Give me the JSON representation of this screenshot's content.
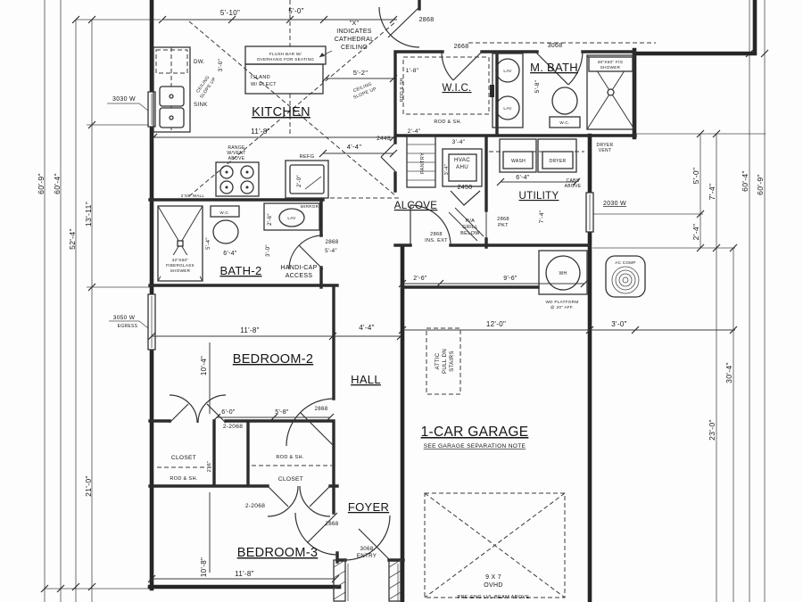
{
  "rooms": {
    "kitchen": "KITCHEN",
    "mbath": "M. BATH",
    "wic": "W.I.C.",
    "utility": "UTILITY",
    "alcove": "ALCOVE",
    "bath2": "BATH-2",
    "hall": "HALL",
    "bedroom2": "BEDROOM-2",
    "bedroom3": "BEDROOM-3",
    "foyer": "FOYER",
    "garage": "1-CAR GARAGE",
    "garage_note": "SEE GARAGE SEPARATION NOTE"
  },
  "fixtures": {
    "dw": "DW.",
    "sink": "SINK",
    "flush_bar": [
      "FLUSH BAR W/",
      "OVERHANG FOR SEATING"
    ],
    "island": [
      "ISLAND",
      "W/ ELECT"
    ],
    "range": [
      "RANGE",
      "W/VENT",
      "ABOVE"
    ],
    "refg": "REFG",
    "pantry": "PANTRY",
    "hvac": [
      "HVAC",
      "AHU"
    ],
    "wash": "WASH",
    "dryer": "DRYER",
    "lav": "LAV",
    "wc": "W.C.",
    "wh": "WH",
    "ac_comp": "AC COMP",
    "mbath_shower": [
      "36\"X60\" F/G",
      "SHOWER"
    ],
    "bath2_shower": [
      "32\"X60\"",
      "FIBERGLASS",
      "SHOWER"
    ],
    "attic": [
      "ATTIC",
      "PULL DN",
      "STAIRS"
    ],
    "ovhd": [
      "9 X 7",
      "OVHD"
    ],
    "beam": "PRE-ENG LVL BEAM ABOVE",
    "platform": [
      "WD PLATFORM",
      "@ 20\" AFF."
    ],
    "ra_grill": [
      "R/A",
      "GRILL",
      "BELOW"
    ],
    "cabs": [
      "CABS",
      "ABOVE"
    ],
    "dryer_vent": [
      "DRYER",
      "VENT"
    ],
    "rod_sh": "ROD & SH.",
    "closet": "CLOSET",
    "handicap": [
      "HANDI-CAP",
      "ACCESS"
    ],
    "mirror": "MIRROR",
    "wall_2x6": "2'X6' WALL"
  },
  "notes": {
    "cathedral": [
      "\"X\"",
      "INDICATES",
      "CATHEDRAL",
      "CEILING"
    ],
    "slope": [
      "CEILING",
      "SLOPE UP"
    ]
  },
  "doors": {
    "d2868": "2868",
    "d2668": "2668",
    "d3068": "3068",
    "d2448": "2448",
    "d2450": "2450",
    "pkt": [
      "2868",
      "PKT"
    ],
    "ins_ext": [
      "2868",
      "INS. EXT"
    ],
    "d2_2068": "2-2068",
    "entry": [
      "3068",
      "ENTRY"
    ]
  },
  "windows": {
    "w3030": "3030 W",
    "w3050": "3050 W",
    "egress": "EGRESS",
    "w2030": "2030 W"
  },
  "dims": {
    "d5_10": "5'-10\"",
    "d5_0": "5'-0\"",
    "d5_2": "5'-2\"",
    "d3_0": "3'-0\"",
    "d11_8": "11'-8\"",
    "d4_4": "4'-4\"",
    "d1_8": "1'-8\"",
    "d5_8": "5'-8\"",
    "d2_4": "2'-4\"",
    "d3_4": "3'-4\"",
    "d6_4": "6'-4\"",
    "d7_4": "7'-4\"",
    "d2_0": "2'-0\"",
    "d2_6": "2'-6\"",
    "d5_4": "5'-4\"",
    "d9_6": "9'-6\"",
    "d12_0": "12'-0\"",
    "d10_4": "10'-4\"",
    "d6_0": "6'-0\"",
    "d10_8": "10'-8\"",
    "d13_11": "13'-11\"",
    "d21_0": "21'-0\"",
    "d52_4": "52'-4\"",
    "d60_4": "60'-4\"",
    "d60_9": "60'-9\"",
    "d30_4": "30'-4\"",
    "d23_0": "23'-0\""
  }
}
